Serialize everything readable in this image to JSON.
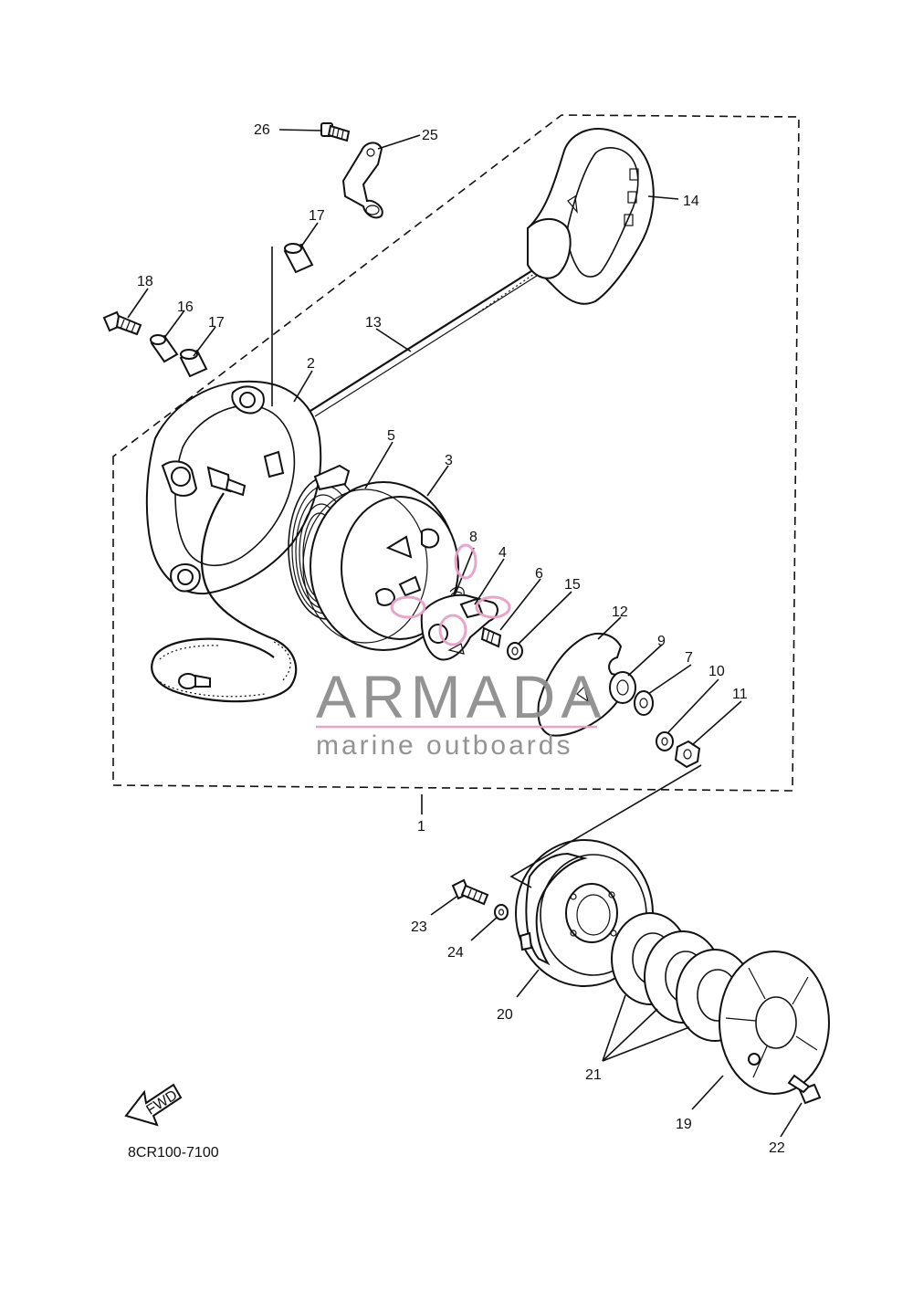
{
  "diagram": {
    "part_numbers": [
      "1",
      "2",
      "3",
      "4",
      "5",
      "6",
      "7",
      "8",
      "9",
      "10",
      "11",
      "12",
      "13",
      "14",
      "15",
      "16",
      "17",
      "17",
      "18",
      "19",
      "20",
      "21",
      "22",
      "23",
      "24",
      "25",
      "26"
    ],
    "direction_label": "FWD",
    "drawing_code": "8CR100-7100"
  },
  "watermark": {
    "brand": "ARMADA",
    "tagline": "marine outboards",
    "accent_color": "#e8a0c8",
    "text_color": "#8e8e8e"
  }
}
